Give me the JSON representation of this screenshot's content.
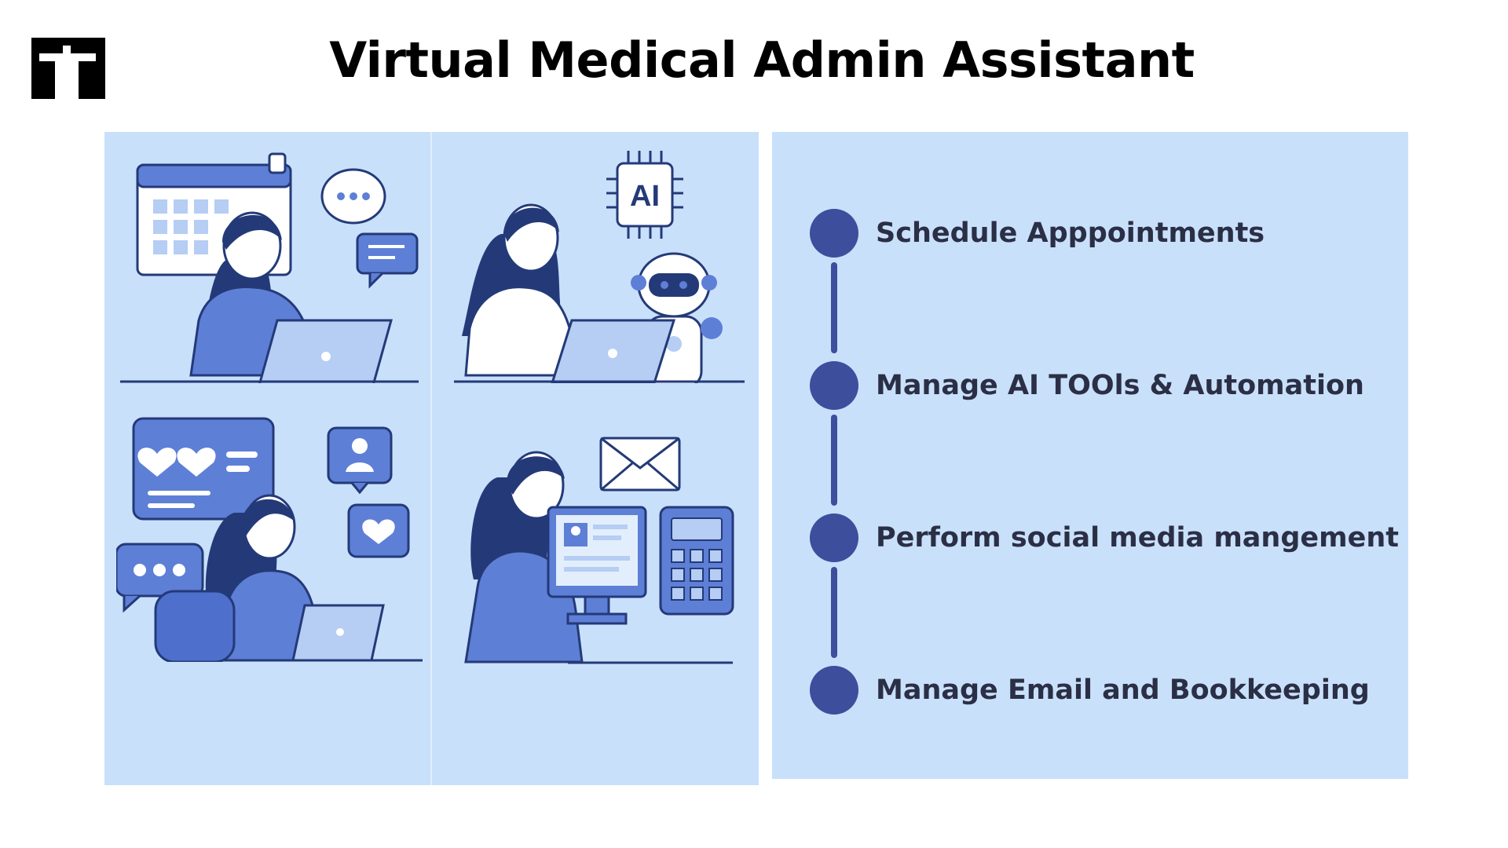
{
  "title": "Virtual Medical Admin Assistant",
  "logo": {
    "icon": "t-logo-icon"
  },
  "illustrations": [
    {
      "name": "scheduling-illustration",
      "icons": [
        "calendar-icon",
        "chat-bubble-icon",
        "message-icon",
        "laptop-icon"
      ]
    },
    {
      "name": "ai-tools-illustration",
      "badge": "AI",
      "icons": [
        "ai-chip-icon",
        "robot-icon",
        "laptop-icon"
      ]
    },
    {
      "name": "social-media-illustration",
      "icons": [
        "heart-icon",
        "user-icon",
        "chat-bubble-icon",
        "laptop-icon"
      ]
    },
    {
      "name": "email-bookkeeping-illustration",
      "icons": [
        "envelope-icon",
        "calculator-icon",
        "monitor-icon"
      ]
    }
  ],
  "steps": [
    {
      "label": "Schedule Apppointments"
    },
    {
      "label": "Manage AI TOOls & Automation"
    },
    {
      "label": "Perform social media mangement"
    },
    {
      "label": "Manage Email and Bookkeeping"
    }
  ],
  "colors": {
    "panel_bg": "#c9e0fb",
    "timeline": "#3d4e9c",
    "illustration_blue": "#5e7fd6",
    "illustration_dark": "#243a78",
    "text": "#2b2f45"
  }
}
